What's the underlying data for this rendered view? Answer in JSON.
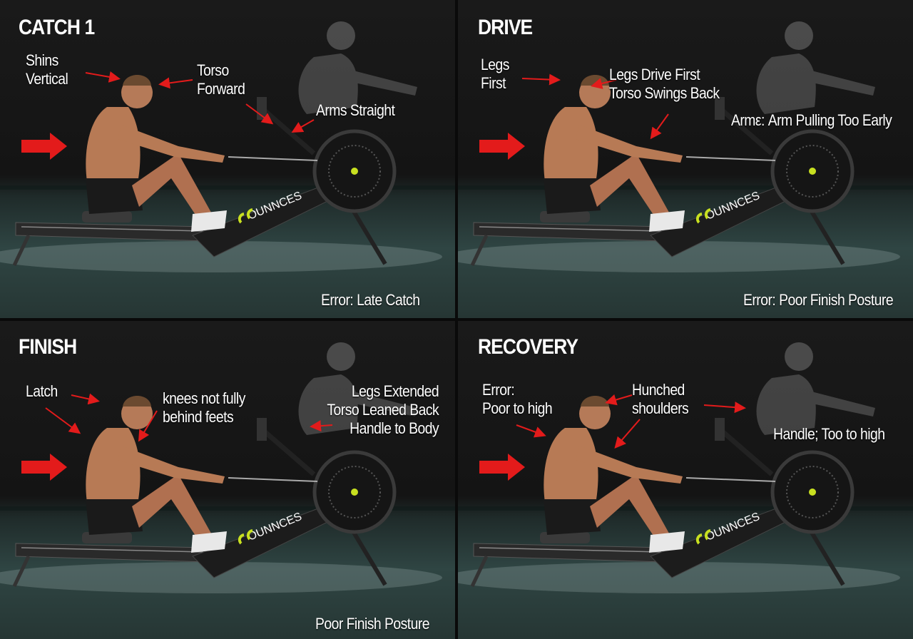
{
  "panels": [
    {
      "title": "CATCH 1",
      "labels": [
        "Shins\nVertical",
        "Torso\nForward",
        "Arms Straight",
        "Error: Late Catch"
      ],
      "brand": "OUNNCES"
    },
    {
      "title": "DRIVE",
      "labels": [
        "Legs\nFirst",
        "Legs Drive First\nTorso Swings Back",
        "Armε: Arm Pulling Too Early",
        "Error: Poor Finish Posture"
      ],
      "brand": "OUNNCES"
    },
    {
      "title": "FINISH",
      "labels": [
        "Latch",
        "knees not fully\nbehind feets",
        "Legs Extended\nTorso Leaned Back\nHandle to Body",
        "Poor Finish Posture"
      ],
      "brand": "OUNNCES"
    },
    {
      "title": "RECOVERY",
      "labels": [
        "Error:\nPoor to high",
        "Hunched\nshoulders",
        "Handle; Too to high"
      ],
      "brand": "OUNNCES"
    }
  ],
  "colors": {
    "arrow": "#e31b1b",
    "accent": "#c8e020",
    "text": "#ffffff"
  }
}
